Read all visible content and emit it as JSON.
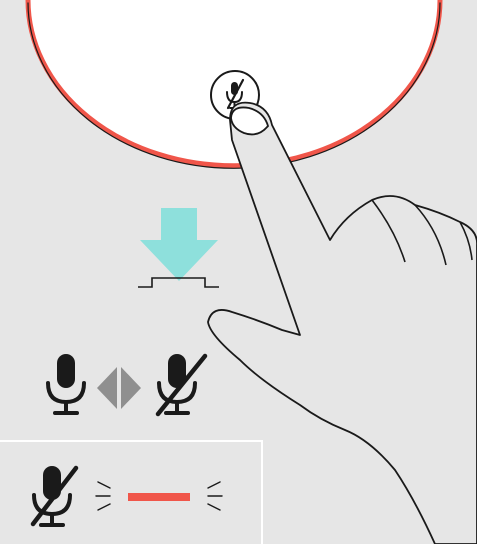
{
  "illustration": {
    "device": "speakerphone",
    "action": "press-mute-button",
    "states": [
      "mic-on",
      "mic-muted"
    ],
    "led": "red"
  },
  "colors": {
    "background": "#e6e6e6",
    "device_face": "#ffffff",
    "device_ring": "#f0564a",
    "press_arrow": "#8ee0dc",
    "led": "#f0564a",
    "icons": "#1a1a1a",
    "toggle_arrows": "#8f8f8f"
  }
}
